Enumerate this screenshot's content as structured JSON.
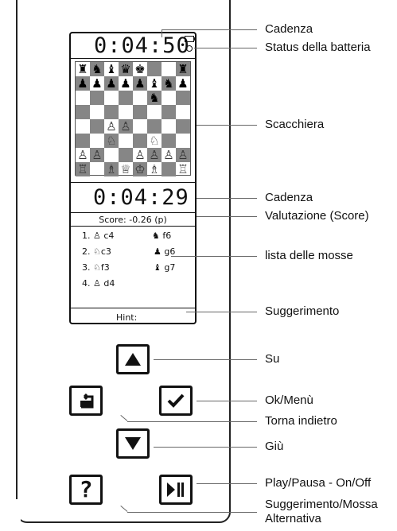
{
  "device": {
    "clock_top": "0:04:50",
    "clock_bottom": "0:04:29",
    "score_text": "Score: -0.26 (p)",
    "hint_text": "Hint:",
    "board_ranks": [
      "rnbqk..r",
      "pppppbnp",
      ".....n..",
      "........",
      "..PP....",
      "..N..N..",
      "PP..PPPP",
      "R.BQKB.R"
    ],
    "moves": [
      {
        "num": "1.",
        "white": "♙ c4",
        "black": "♞ f6"
      },
      {
        "num": "2.",
        "white": "♘c3",
        "black": "♟ g6"
      },
      {
        "num": "3.",
        "white": "♘f3",
        "black": "♝ g7"
      },
      {
        "num": "4.",
        "white": "♙ d4",
        "black": ""
      }
    ]
  },
  "labels": {
    "cadenza_top": "Cadenza",
    "battery": "Status della batteria",
    "board": "Scacchiera",
    "cadenza_bottom": "Cadenza",
    "score": "Valutazione (Score)",
    "moves": "lista delle mosse",
    "hint": "Suggerimento",
    "up": "Su",
    "ok": "Ok/Menù",
    "back": "Torna indietro",
    "down": "Giù",
    "play": "Play/Pausa - On/Off",
    "alt_line1": "Suggerimento/Mossa",
    "alt_line2": "Alternativa"
  },
  "buttons": {
    "help_glyph": "?"
  }
}
